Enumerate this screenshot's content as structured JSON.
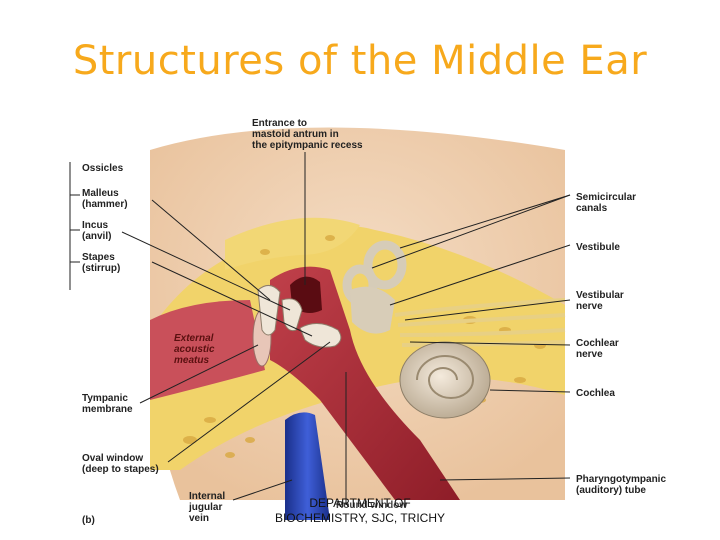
{
  "slide": {
    "title": "Structures of the Middle Ear",
    "footer": "DEPARTMENT OF\nBIOCHEMISTRY, SJC, TRICHY"
  },
  "figure": {
    "panel_label": "(b)",
    "labels": {
      "entrance": "Entrance to\nmastoid antrum in\nthe epitympanic recess",
      "ossicles": "Ossicles",
      "malleus": "Malleus\n(hammer)",
      "incus": "Incus\n(anvil)",
      "stapes": "Stapes\n(stirrup)",
      "external_meatus": "External\nacoustic\nmeatus",
      "tympanic_membrane": "Tympanic\nmembrane",
      "oval_window": "Oval window\n(deep to stapes)",
      "internal_jugular": "Internal\njugular\nvein",
      "round_window": "Round window",
      "semicircular": "Semicircular\ncanals",
      "vestibule": "Vestibule",
      "vestibular_nerve": "Vestibular\nnerve",
      "cochlear_nerve": "Cochlear\nnerve",
      "cochlea": "Cochlea",
      "pharyngotympanic": "Pharyngotympanic\n(auditory) tube"
    }
  }
}
